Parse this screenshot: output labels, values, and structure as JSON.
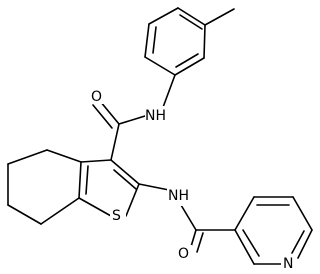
{
  "molecule": {
    "atom_labels": {
      "amide_oxygen_top": "O",
      "amide_nh_top": "NH",
      "sulfur": "S",
      "amide_nh_bottom": "NH",
      "amide_oxygen_bottom": "O",
      "pyridine_nitrogen": "N"
    }
  }
}
